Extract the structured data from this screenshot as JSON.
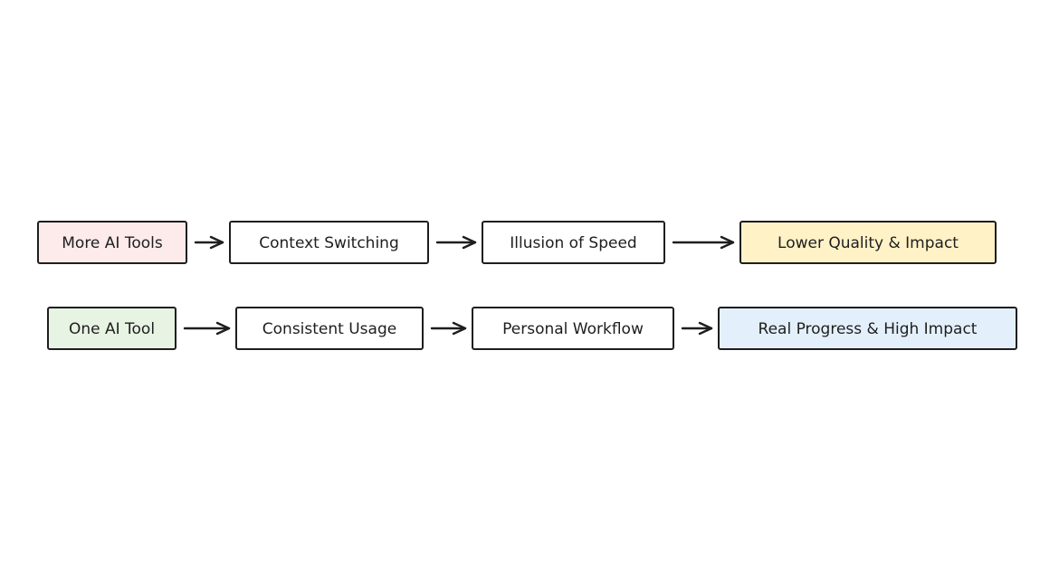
{
  "diagram": {
    "rows": [
      {
        "nodes": [
          {
            "label": "More AI Tools",
            "fill": "#fdeaea"
          },
          {
            "label": "Context Switching",
            "fill": "#ffffff"
          },
          {
            "label": "Illusion of Speed",
            "fill": "#ffffff"
          },
          {
            "label": "Lower Quality & Impact",
            "fill": "#fff2c7"
          }
        ]
      },
      {
        "nodes": [
          {
            "label": "One AI Tool",
            "fill": "#e7f3e3"
          },
          {
            "label": "Consistent Usage",
            "fill": "#ffffff"
          },
          {
            "label": "Personal Workflow",
            "fill": "#ffffff"
          },
          {
            "label": "Real Progress & High Impact",
            "fill": "#e3f0fc"
          }
        ]
      }
    ],
    "edges": [
      {
        "row": 0,
        "from": 0,
        "to": 1
      },
      {
        "row": 0,
        "from": 1,
        "to": 2
      },
      {
        "row": 0,
        "from": 2,
        "to": 3
      },
      {
        "row": 1,
        "from": 0,
        "to": 1
      },
      {
        "row": 1,
        "from": 1,
        "to": 2
      },
      {
        "row": 1,
        "from": 2,
        "to": 3
      }
    ],
    "stroke_color": "#1e1e1e"
  }
}
